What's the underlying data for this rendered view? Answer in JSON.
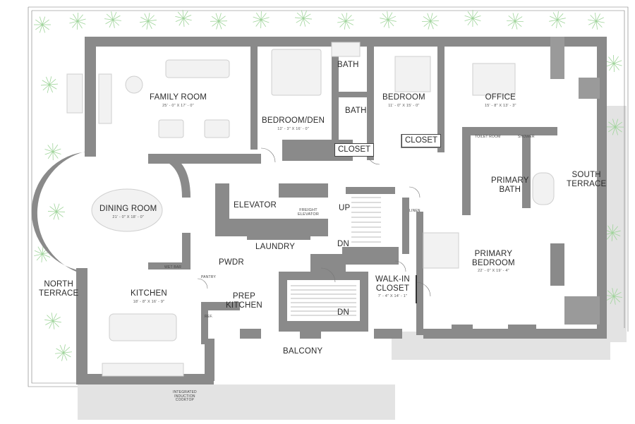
{
  "rooms": {
    "family_room": {
      "name": "FAMILY ROOM",
      "dim": "25' - 0\" X 17' - 0\""
    },
    "bedroom_den": {
      "name": "BEDROOM/DEN",
      "dim": "12' - 3\" X 16' - 0\""
    },
    "bath_upper": {
      "name": "BATH"
    },
    "bath_lower": {
      "name": "BATH"
    },
    "bedroom": {
      "name": "BEDROOM",
      "dim": "11' - 0\" X 15' - 0\""
    },
    "office": {
      "name": "OFFICE",
      "dim": "15' - 8\" X 13' - 3\""
    },
    "closet_center": {
      "name": "CLOSET"
    },
    "closet_bedroom": {
      "name": "CLOSET"
    },
    "toilet_room": {
      "name": "TOILET ROOM"
    },
    "shower": {
      "name": "SHOWER"
    },
    "primary_bath": {
      "line1": "PRIMARY",
      "line2": "BATH"
    },
    "south_terrace": {
      "line1": "SOUTH",
      "line2": "TERRACE"
    },
    "dining_room": {
      "name": "DINING ROOM",
      "dim": "21' - 0\" X 18' - 0\""
    },
    "elevator": {
      "name": "ELEVATOR"
    },
    "freight_elevator": {
      "line1": "FREIGHT",
      "line2": "ELEVATOR"
    },
    "up": {
      "name": "UP"
    },
    "linen": {
      "name": "LINEN"
    },
    "laundry": {
      "name": "LAUNDRY"
    },
    "dn_upper": {
      "name": "DN"
    },
    "primary_bedroom": {
      "line1": "PRIMARY",
      "line2": "BEDROOM",
      "dim": "22' - 0\" X 19' - 4\""
    },
    "pwdr": {
      "name": "PWDR"
    },
    "wet_bar": {
      "name": "WET BAR"
    },
    "pantry": {
      "name": "PANTRY"
    },
    "kitchen": {
      "name": "KITCHEN",
      "dim": "18' - 8\" X 16' - 9\""
    },
    "north_terrace": {
      "line1": "NORTH",
      "line2": "TERRACE"
    },
    "prep_kitchen": {
      "line1": "PREP",
      "line2": "KITCHEN"
    },
    "walk_in_closet": {
      "line1": "WALK-IN",
      "line2": "CLOSET",
      "dim": "7' - 4\" X 14' - 1\""
    },
    "dn_lower": {
      "name": "DN"
    },
    "ref": {
      "name": "REF."
    },
    "balcony": {
      "name": "BALCONY"
    },
    "cooktop": {
      "line1": "INTEGRATED",
      "line2": "INDUCTION",
      "line3": "COOKTOP"
    }
  },
  "colors": {
    "wall": "#8a8a8a",
    "shadow": "#e3e3e3",
    "plant": "#9fd49a",
    "text": "#2b2b2b"
  }
}
